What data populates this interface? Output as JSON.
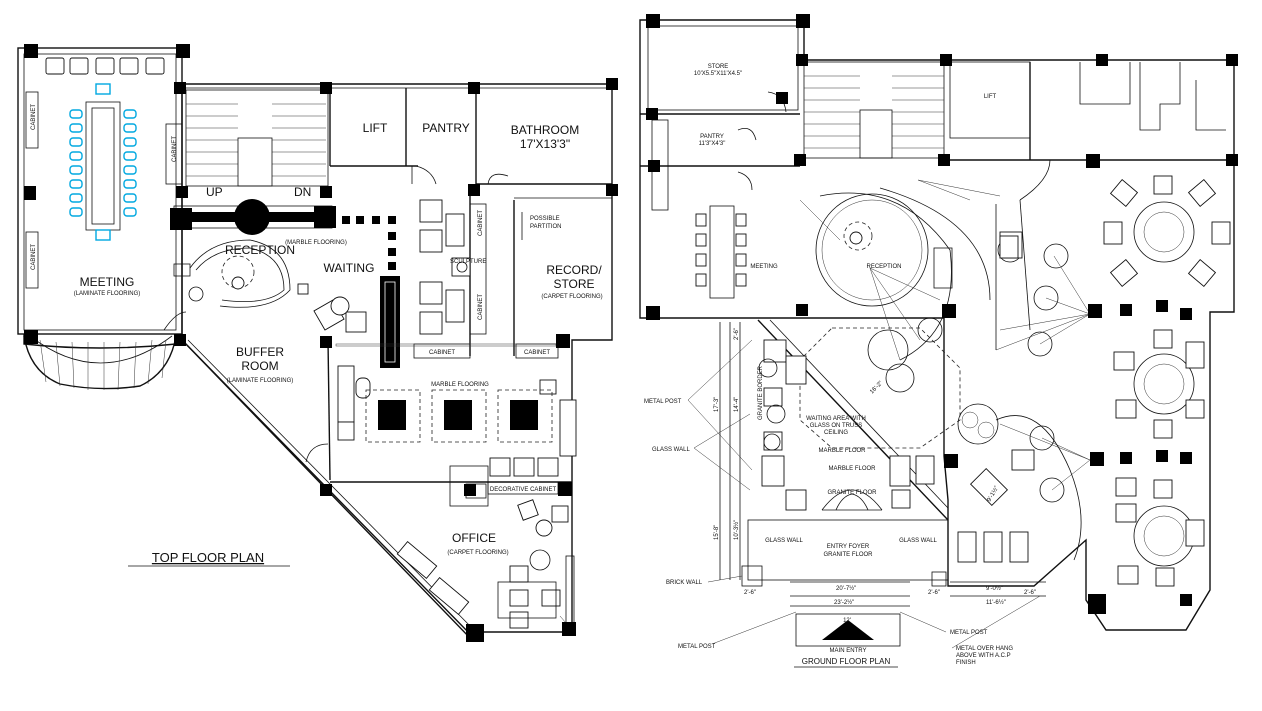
{
  "top_plan": {
    "title": "TOP FLOOR PLAN",
    "rooms": {
      "meeting": "MEETING",
      "meeting_floor": "(LAMINATE FLOORING)",
      "reception": "RECEPTION",
      "reception_floor": "(MARBLE FLOORING)",
      "waiting": "WAITING",
      "lift": "LIFT",
      "pantry": "PANTRY",
      "bathroom": "BATHROOM",
      "bathroom_size": "17'X13'3\"",
      "record": "RECORD/",
      "store": "STORE",
      "record_floor": "(CARPET FLOORING)",
      "buffer": "BUFFER",
      "buffer_room": "ROOM",
      "buffer_floor": "(LAMINATE FLOORING)",
      "office": "OFFICE",
      "office_floor": "(CARPET FLOORING)",
      "marble": "MARBLE FLOORING"
    },
    "annotations": {
      "cabinet": "CABINET",
      "up": "UP",
      "dn": "DN",
      "sculpture": "SCULPTURE",
      "possible": "POSSIBLE",
      "partition": "PARTITION",
      "decorative_cabinet": "DECORATIVE CABINET"
    }
  },
  "ground_plan": {
    "title": "GROUND FLOOR PLAN",
    "labels": {
      "store": "STORE",
      "store_size": "10'X5.5\"X11'X4.5\"",
      "pantry": "PANTRY",
      "pantry_size": "11'3\"X4'3\"",
      "lift": "LIFT",
      "meeting": "MEETING",
      "reception": "RECEPTION",
      "waiting1": "WAITING AREA WITH",
      "waiting2": "GLASS ON TRUSS",
      "waiting3": "CEILING",
      "marble_floor": "MARBLE FLOOR",
      "granite_floor": "GRANITE FLOOR",
      "granite_border": "GRANITE BORDER",
      "glass_wall": "GLASS WALL",
      "entry": "ENTRY FOYER",
      "entry_floor": "GRANITE FLOOR",
      "metal_post": "METAL POST",
      "brick_wall": "BRICK WALL",
      "main_entry": "MAIN ENTRY",
      "overhang1": "METAL OVER HANG",
      "overhang2": "ABOVE WITH A.C.P",
      "overhang3": "FINISH"
    },
    "dimensions": {
      "d1": "20'-7½\"",
      "d2": "23'-2½\"",
      "d3": "12'",
      "d4": "9'-0½\"",
      "d5": "11'-6½\"",
      "d6": "2'-6\"",
      "d7": "2'-6\"",
      "d8": "2'-6\"",
      "d9": "17'-3\"",
      "d10": "10'-3½\"",
      "d11": "15'-8\"",
      "d12": "14'-4\"",
      "d13": "2'-6\"",
      "d14": "9'-1½\"",
      "d15": "16'-2\""
    }
  }
}
